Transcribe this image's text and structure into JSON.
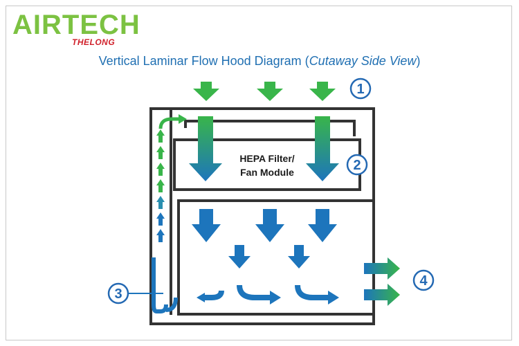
{
  "logo": {
    "brand": "AIRTECH",
    "sub_brand": "THELONG"
  },
  "title": {
    "main": "Vertical Laminar Flow Hood Diagram (",
    "sub": "Cutaway Side View",
    "end": ")"
  },
  "filter_label": {
    "line1": "HEPA Filter/",
    "line2": "Fan Module"
  },
  "callouts": [
    "1",
    "2",
    "3",
    "4"
  ],
  "colors": {
    "brand_green": "#7cc242",
    "brand_red": "#d0202a",
    "title_blue": "#1f6fb2",
    "arrow_green": "#39b54a",
    "arrow_blue": "#1d75bc",
    "outline": "#333333"
  }
}
